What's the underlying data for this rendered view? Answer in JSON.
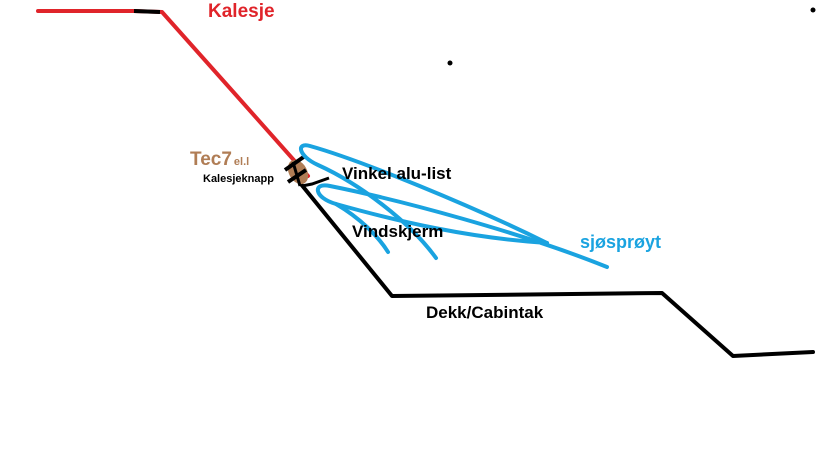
{
  "labels": {
    "kalesje": "Kalesje",
    "tec7": "Tec7",
    "tec7_suffix": "el.l",
    "kalesjeknapp": "Kalesjeknapp",
    "vinkel": "Vinkel alu-list",
    "vindskjerm": "Vindskjerm",
    "sjosproyt": "sjøsprøyt",
    "dekk": "Dekk/Cabintak"
  },
  "colors": {
    "kalesje": "#e0242a",
    "structure": "#000000",
    "spray": "#1aa3e0",
    "tec7": "#b07d55"
  }
}
